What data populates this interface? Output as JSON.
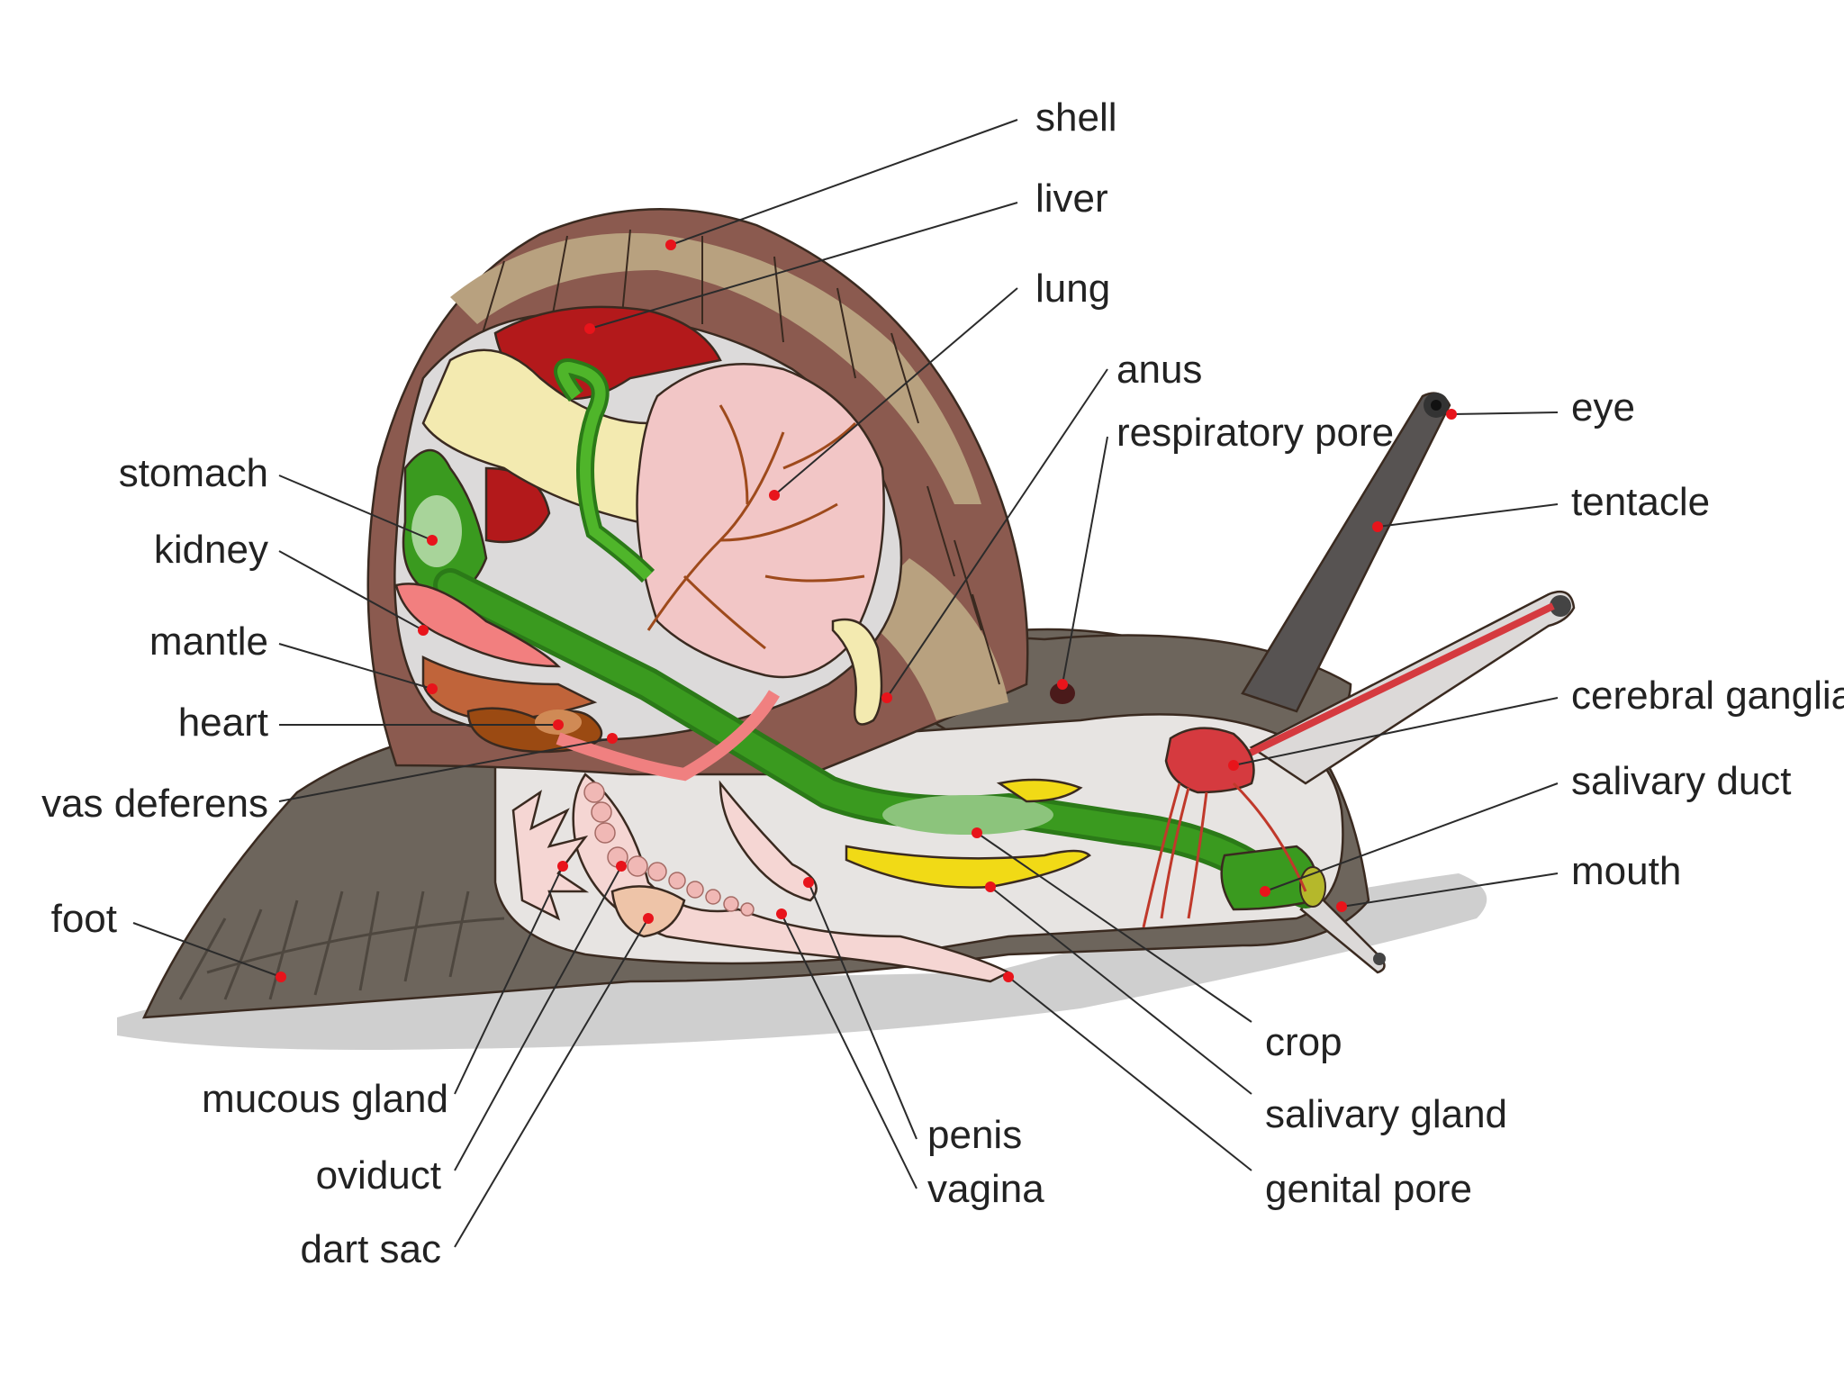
{
  "diagram": {
    "subject": "snail anatomy",
    "labels": {
      "shell": "shell",
      "liver": "liver",
      "lung": "lung",
      "anus": "anus",
      "respiratory_pore": "respiratory pore",
      "eye": "eye",
      "tentacle": "tentacle",
      "stomach": "stomach",
      "kidney": "kidney",
      "mantle": "mantle",
      "heart": "heart",
      "vas_deferens": "vas deferens",
      "foot": "foot",
      "cerebral_ganglia": "cerebral ganglia",
      "salivary_duct": "salivary duct",
      "mouth": "mouth",
      "crop": "crop",
      "salivary_gland": "salivary gland",
      "genital_pore": "genital pore",
      "mucous_gland": "mucous gland",
      "oviduct": "oviduct",
      "dart_sac": "dart sac",
      "penis": "penis",
      "vagina": "vagina"
    },
    "colors": {
      "shell": "#8b5a4f",
      "shell_band": "#b8a17f",
      "liver": "#b3191b",
      "lung": "#f2c6c6",
      "lung_veins": "#9e4a1c",
      "digestive": "#3a9a1f",
      "salivary_gland": "#f1da16",
      "heart": "#9b4a12",
      "kidney": "#f27f7f",
      "body": "#6d655c",
      "body_interior": "#e7e4e2",
      "reproductive": "#f5d6d3",
      "nerve": "#d53a3f",
      "marker": "#e8141b"
    }
  }
}
